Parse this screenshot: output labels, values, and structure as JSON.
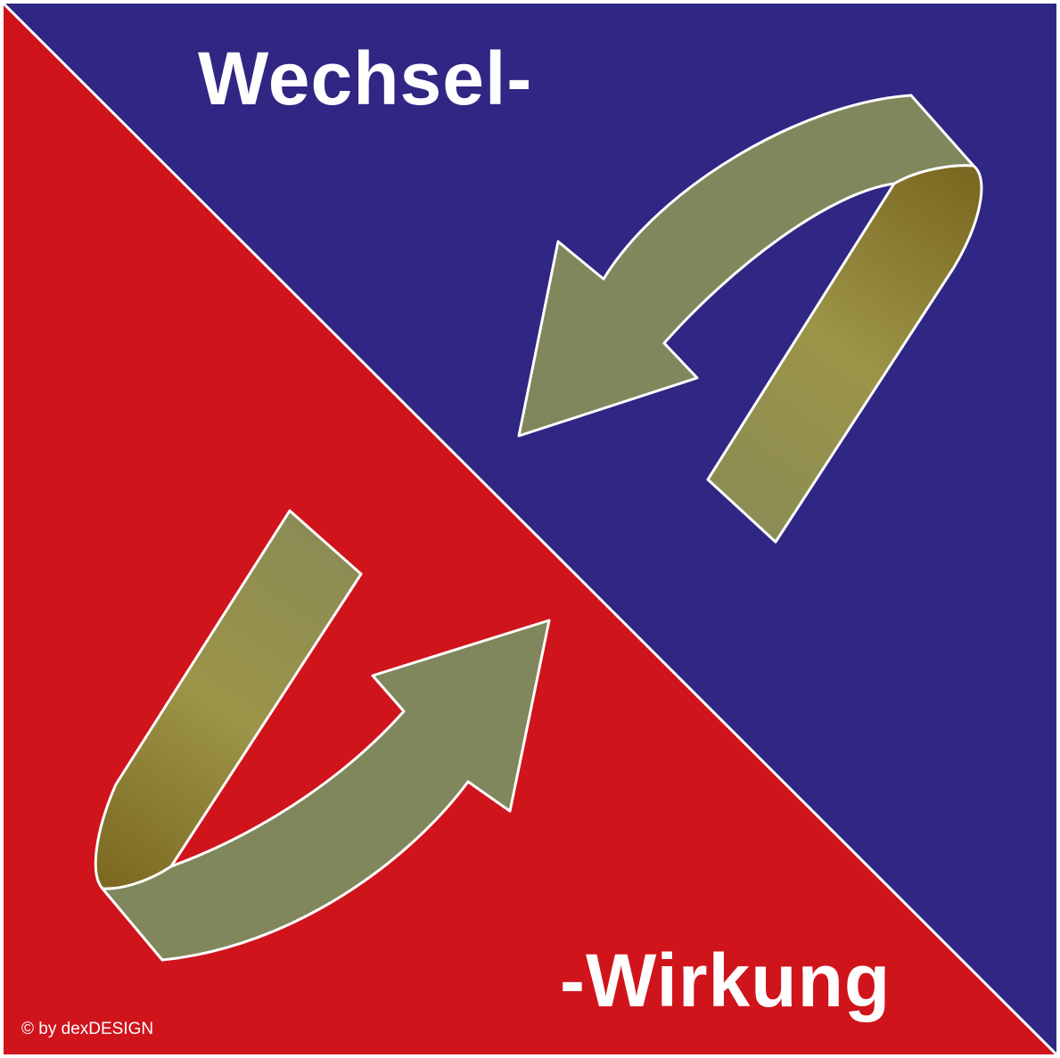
{
  "texts": {
    "top": "Wechsel-",
    "bottom": "-Wirkung",
    "credit": "© by dexDESIGN"
  },
  "colors": {
    "red_field": "#d0141c",
    "blue_field": "#302683",
    "arrow_face": "#81875c",
    "ribbon_dark": "#7d6a22",
    "ribbon_light": "#9c9448",
    "ribbon_fade": "#8a8c55",
    "outline": "#ffffff"
  },
  "icons": [
    "curved-arrow-down-left-icon",
    "curved-arrow-up-right-icon"
  ]
}
